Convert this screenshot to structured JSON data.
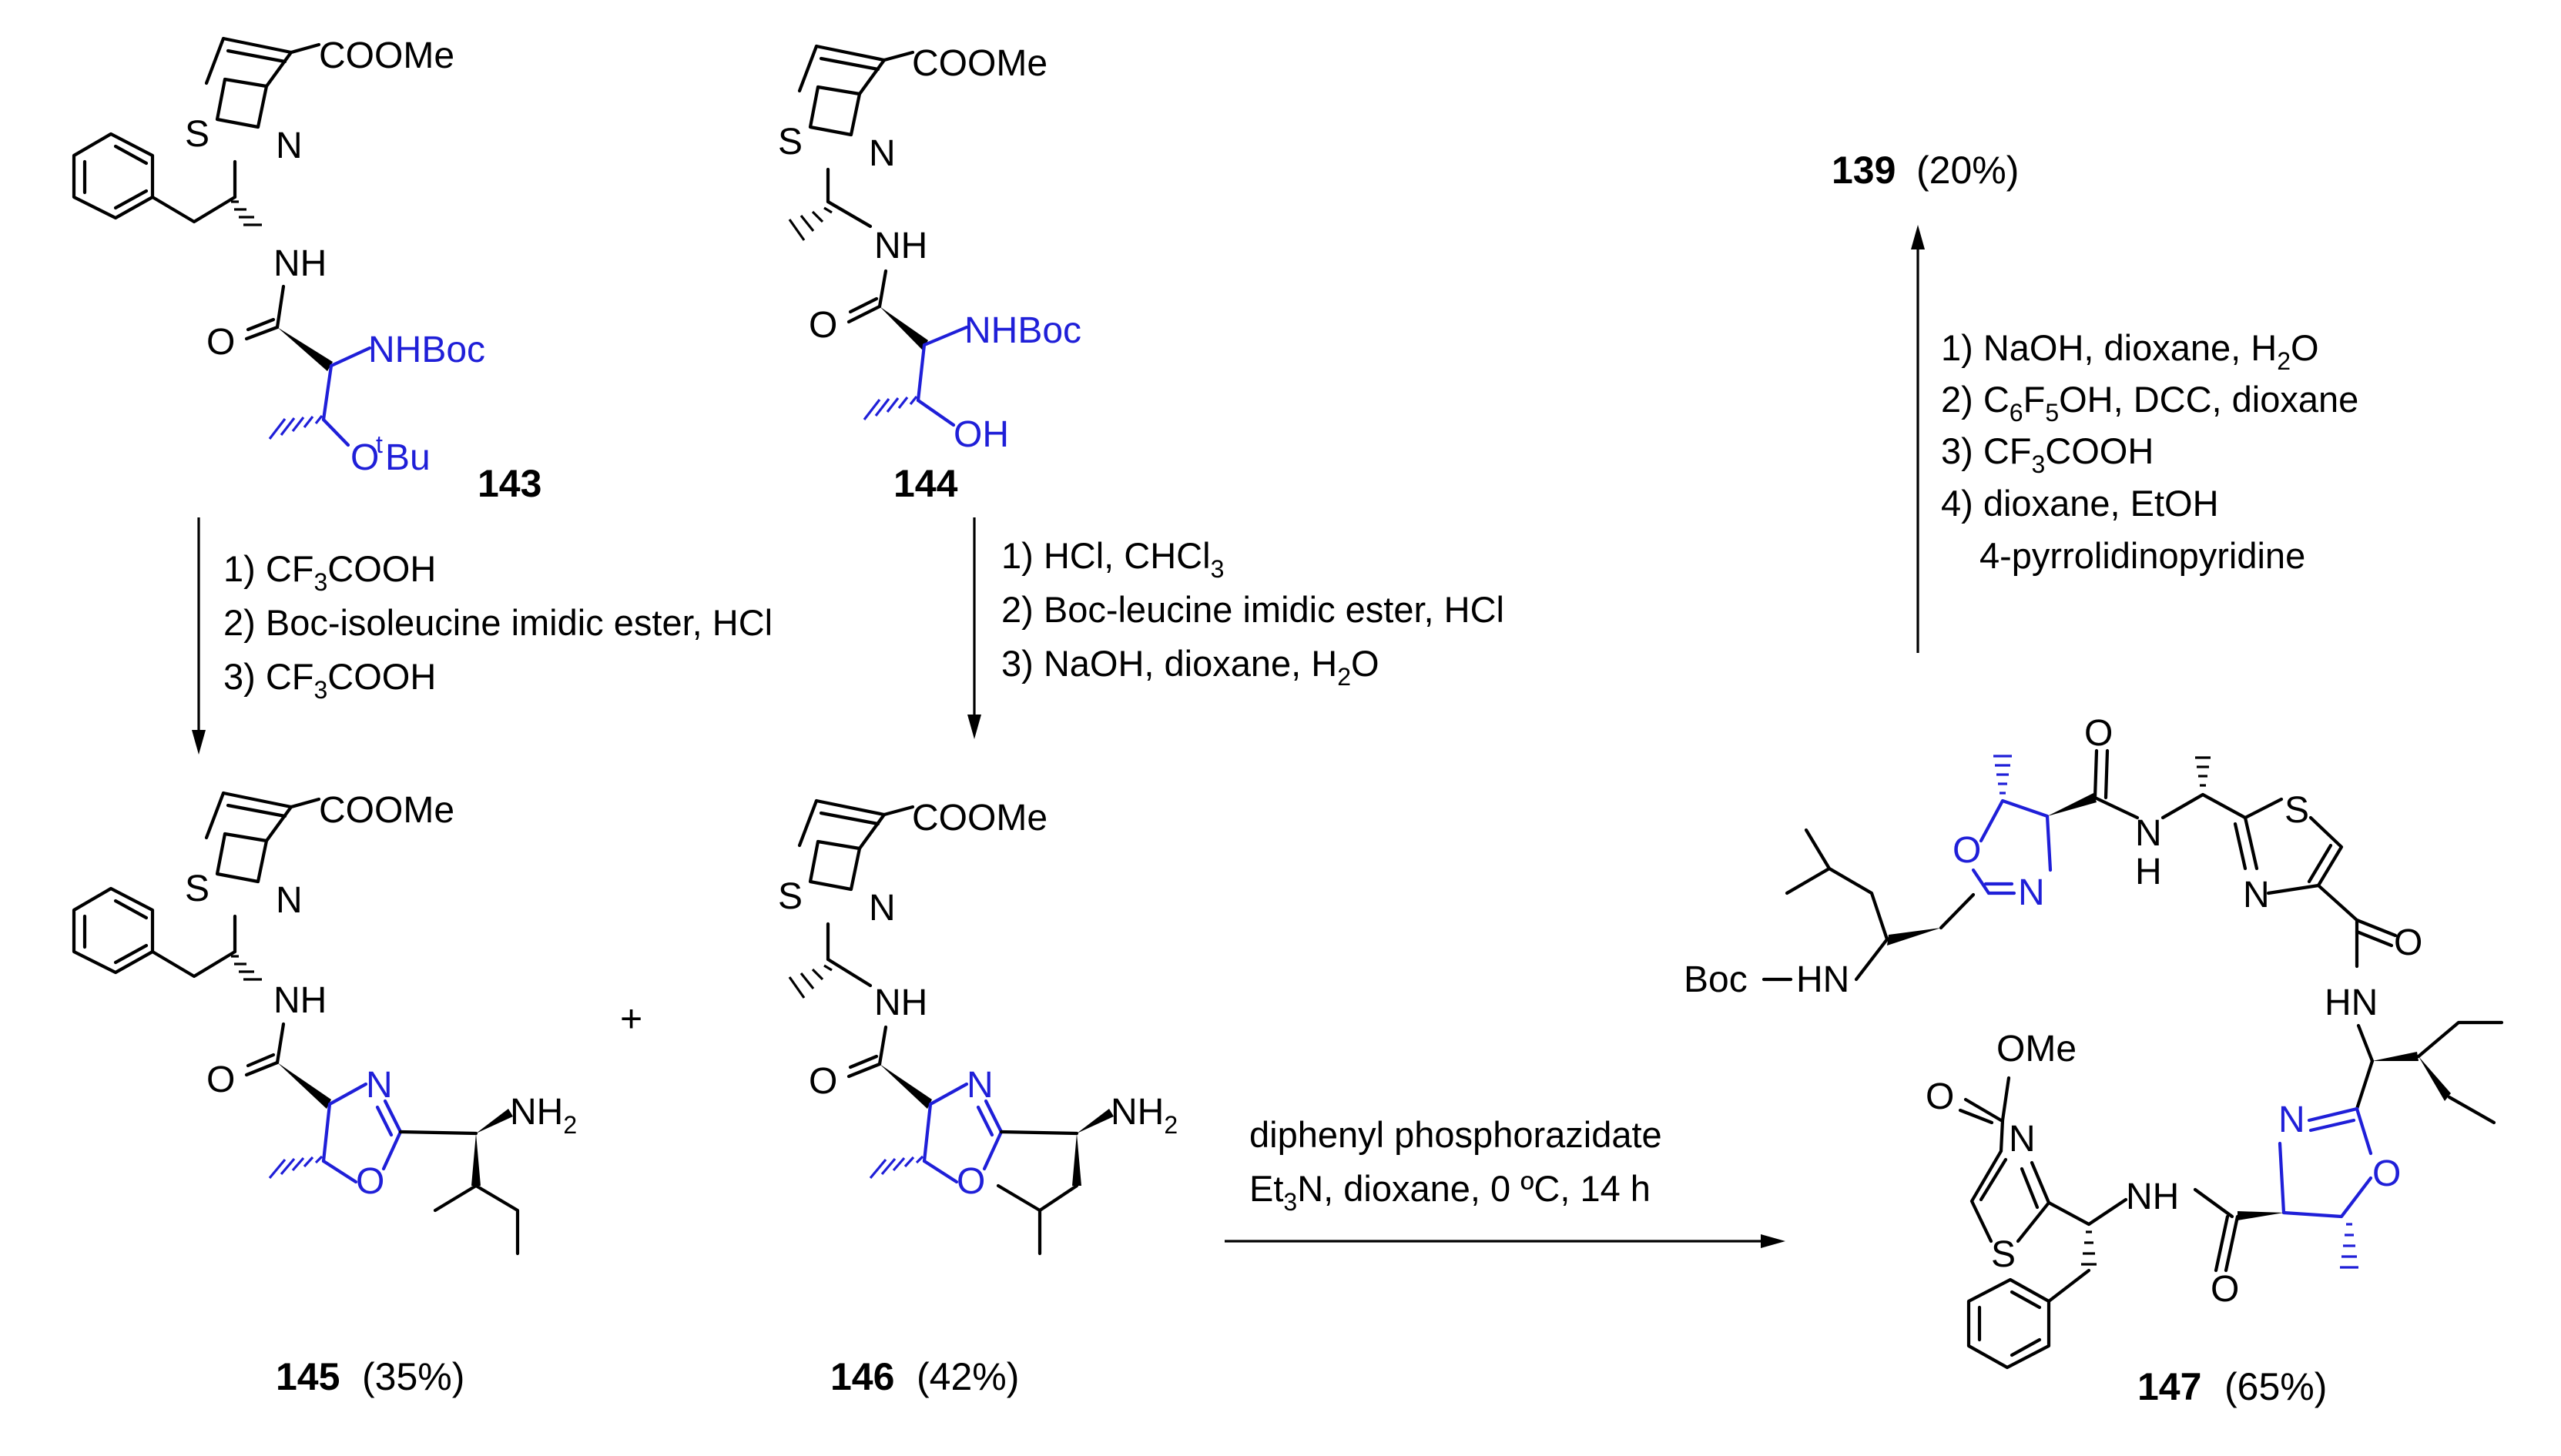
{
  "compounds": {
    "c143": {
      "id": "143"
    },
    "c144": {
      "id": "144"
    },
    "c145": {
      "id": "145",
      "yield": "(35%)"
    },
    "c146": {
      "id": "146",
      "yield": "(42%)"
    },
    "c147": {
      "id": "147",
      "yield": "(65%)"
    },
    "c139": {
      "id": "139",
      "yield": "(20%)"
    }
  },
  "atoms": {
    "coome": "COOMe",
    "S": "S",
    "N": "N",
    "NH": "NH",
    "O": "O",
    "H": "H",
    "NHBoc": "NHBoc",
    "OH": "OH",
    "O_": "O",
    "t": "t",
    "Bu": "Bu",
    "NH_": "NH",
    "sub2": "2",
    "OMe": "OMe",
    "BocHN_a": "Boc",
    "BocHN_b": "HN",
    "HN": "HN",
    "plus": "+"
  },
  "conditions": {
    "route1": {
      "l1a": "1) CF",
      "l1b": "3",
      "l1c": "COOH",
      "l2": "2) Boc-isoleucine imidic ester, HCl",
      "l3a": "3) CF",
      "l3b": "3",
      "l3c": "COOH"
    },
    "route2": {
      "l1a": "1) HCl, CHCl",
      "l1b": "3",
      "l2": "2) Boc-leucine imidic ester, HCl",
      "l3a": "3) NaOH, dioxane, H",
      "l3b": "2",
      "l3c": "O"
    },
    "coupling": {
      "l1": "diphenyl phosphorazidate",
      "l2a": "Et",
      "l2b": "3",
      "l2c": "N, dioxane, 0 ºC, 14 h"
    },
    "route3": {
      "l1a": "1) NaOH, dioxane, H",
      "l1b": "2",
      "l1c": "O",
      "l2a": "2) C",
      "l2b": "6",
      "l2c": "F",
      "l2d": "5",
      "l2e": "OH, DCC, dioxane",
      "l3a": "3) CF",
      "l3b": "3",
      "l3c": "COOH",
      "l4": "4) dioxane, EtOH",
      "l5": "4-pyrrolidinopyridine"
    }
  }
}
